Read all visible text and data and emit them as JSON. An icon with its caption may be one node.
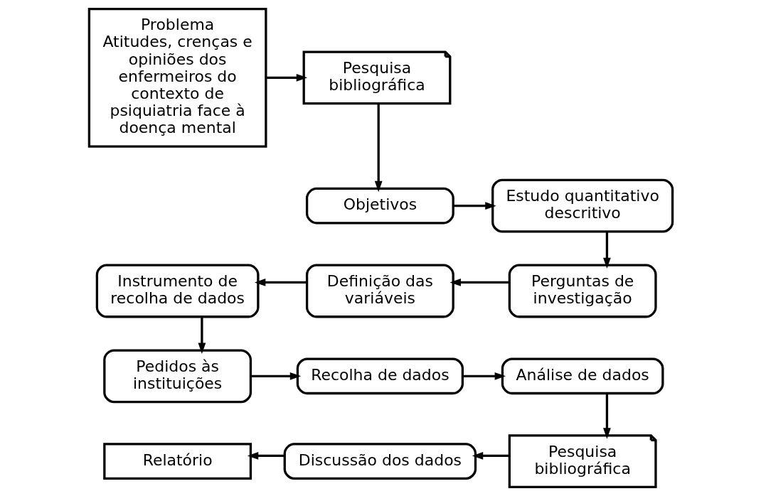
{
  "diagram": {
    "nodes": [
      {
        "text": [
          "Problema",
          "Atitudes, crenças e opiniões dos enfermeiros do contexto de psiquiatria face à doença mental"
        ]
      },
      {
        "text": [
          "Pesquisa bibliográfica"
        ]
      },
      {
        "text": [
          "Objetivos"
        ]
      },
      {
        "text": [
          "Estudo quantitativo descritivo"
        ]
      },
      {
        "text": [
          "Perguntas de investigação"
        ]
      },
      {
        "text": [
          "Definição das variáveis"
        ]
      },
      {
        "text": [
          "Instrumento de recolha de dados"
        ]
      },
      {
        "text": [
          "Pedidos às instituições"
        ]
      },
      {
        "text": [
          "Recolha de dados"
        ]
      },
      {
        "text": [
          "Análise de dados"
        ]
      },
      {
        "text": [
          "Pesquisa bibliográfica"
        ]
      },
      {
        "text": [
          "Discussão dos dados"
        ]
      },
      {
        "text": [
          "Relatório"
        ]
      }
    ],
    "edges": [
      {
        "from": 0,
        "to": 1,
        "arrow": "to"
      },
      {
        "from": 1,
        "to": 2,
        "arrow": "to"
      },
      {
        "from": 2,
        "to": 3,
        "arrow": "to"
      },
      {
        "from": 3,
        "to": 4,
        "arrow": "to"
      },
      {
        "from": 4,
        "to": 5,
        "arrow": "to"
      },
      {
        "from": 5,
        "to": 6,
        "arrow": "to"
      },
      {
        "from": 6,
        "to": 7,
        "arrow": "to"
      },
      {
        "from": 7,
        "to": 8,
        "arrow": "to"
      },
      {
        "from": 8,
        "to": 9,
        "arrow": "to"
      },
      {
        "from": 9,
        "to": 10,
        "arrow": "to"
      },
      {
        "from": 10,
        "to": 11,
        "arrow": "to"
      },
      {
        "from": 11,
        "to": 12,
        "arrow": "to"
      }
    ]
  }
}
